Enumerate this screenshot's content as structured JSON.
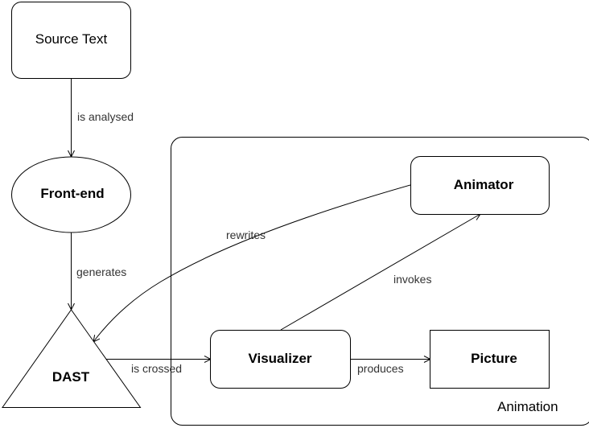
{
  "diagram": {
    "colors": {
      "stroke": "#000000",
      "background": "#ffffff",
      "edge_label": "#333333"
    },
    "group": {
      "id": "animation",
      "label": "Animation",
      "shape": "rounded-rect"
    },
    "nodes": [
      {
        "id": "source_text",
        "label": "Source Text",
        "shape": "rounded-rect"
      },
      {
        "id": "front_end",
        "label": "Front-end",
        "shape": "ellipse"
      },
      {
        "id": "dast",
        "label": "DAST",
        "shape": "triangle"
      },
      {
        "id": "animator",
        "label": "Animator",
        "shape": "rounded-rect",
        "group": "animation"
      },
      {
        "id": "visualizer",
        "label": "Visualizer",
        "shape": "rounded-rect",
        "group": "animation"
      },
      {
        "id": "picture",
        "label": "Picture",
        "shape": "rect",
        "group": "animation"
      }
    ],
    "edges": [
      {
        "from": "source_text",
        "to": "front_end",
        "label": "is analysed"
      },
      {
        "from": "front_end",
        "to": "dast",
        "label": "generates"
      },
      {
        "from": "animator",
        "to": "dast",
        "label": "rewrites"
      },
      {
        "from": "visualizer",
        "to": "animator",
        "label": "invokes"
      },
      {
        "from": "dast",
        "to": "visualizer",
        "label": "is crossed"
      },
      {
        "from": "visualizer",
        "to": "picture",
        "label": "produces"
      }
    ]
  }
}
